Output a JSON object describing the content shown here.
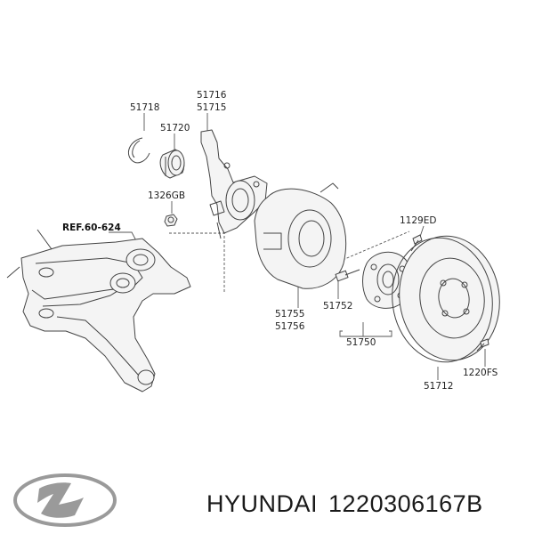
{
  "callouts": {
    "c51716": "51716",
    "c51715": "51715",
    "c51718": "51718",
    "c51720": "51720",
    "c1326GB": "1326GB",
    "ref": "REF.60-624",
    "c1129ED": "1129ED",
    "c51755": "51755",
    "c51756": "51756",
    "c51752": "51752",
    "c51750": "51750",
    "c1220FS": "1220FS",
    "c51712": "51712"
  },
  "footer": {
    "brand": "HYUNDAI",
    "part_number": "1220306167B",
    "logo_icon": "hyundai-logo"
  }
}
